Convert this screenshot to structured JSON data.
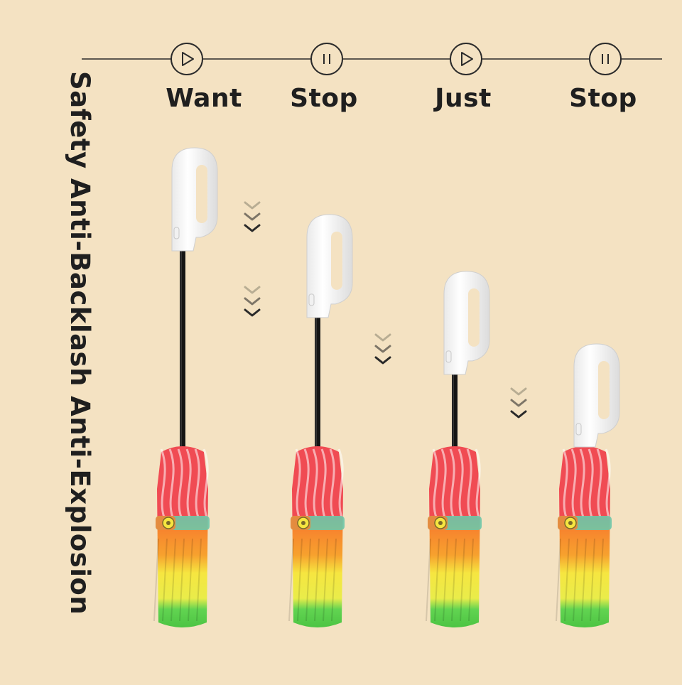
{
  "vertical_title": "Safety Anti-Backlash Anti-Explosion",
  "steps": [
    {
      "label": "Want",
      "icon": "play-icon"
    },
    {
      "label": "Stop",
      "icon": "pause-icon"
    },
    {
      "label": "Just",
      "icon": "play-icon"
    },
    {
      "label": "Stop",
      "icon": "pause-icon"
    }
  ],
  "umbrellas": [
    {
      "shaft_extension": 1.0
    },
    {
      "shaft_extension": 0.66
    },
    {
      "shaft_extension": 0.37
    },
    {
      "shaft_extension": 0.0
    }
  ],
  "colors": {
    "background": "#f4e2c2",
    "text": "#1f1f1f",
    "handle": "#ffffff",
    "shaft": "#151515",
    "canopy_red": "#f04b53",
    "canopy_orange": "#f7822e",
    "canopy_yellow": "#f6e640",
    "canopy_green": "#62d451",
    "strap_teal": "#6ec7a9"
  }
}
